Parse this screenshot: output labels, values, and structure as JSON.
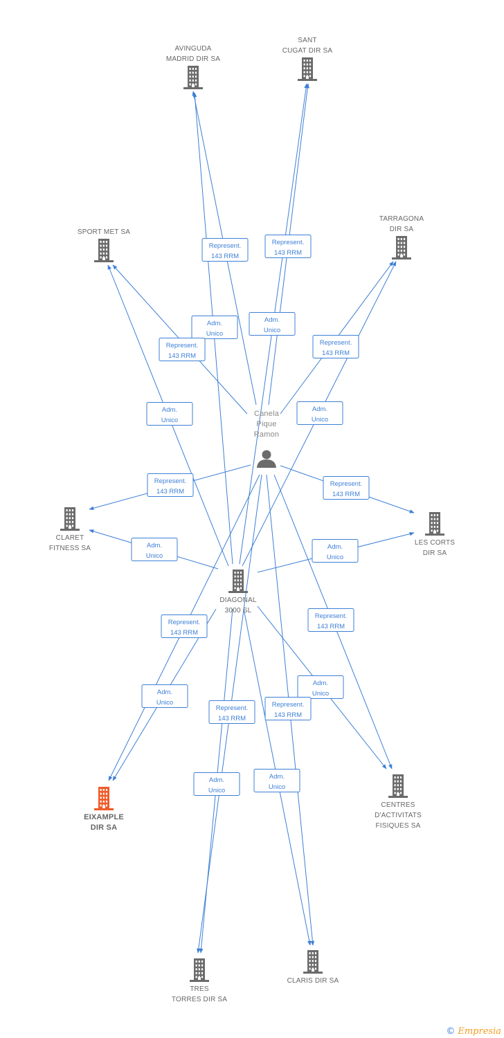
{
  "colors": {
    "edge": "#3d7fd6",
    "building": "#6b6b6b",
    "focus_building": "#f05a28",
    "person": "#6b6b6b"
  },
  "nodes": [
    {
      "id": "avinguda",
      "type": "company",
      "label": [
        "AVINGUDA",
        "MADRID DIR SA"
      ]
    },
    {
      "id": "sant",
      "type": "company",
      "label": [
        "SANT",
        "CUGAT DIR SA"
      ]
    },
    {
      "id": "sport",
      "type": "company",
      "label": [
        "SPORT MET SA"
      ]
    },
    {
      "id": "tarragona",
      "type": "company",
      "label": [
        "TARRAGONA",
        "DIR SA"
      ]
    },
    {
      "id": "person",
      "type": "person",
      "label": [
        "Canela",
        "Pique",
        "Ramon"
      ]
    },
    {
      "id": "claret",
      "type": "company",
      "label": [
        "CLARET",
        "FITNESS SA"
      ]
    },
    {
      "id": "lescorts",
      "type": "company",
      "label": [
        "LES CORTS",
        "DIR SA"
      ]
    },
    {
      "id": "diagonal",
      "type": "company",
      "label": [
        "DIAGONAL",
        "3000  SL"
      ]
    },
    {
      "id": "eixample",
      "type": "company",
      "focus": true,
      "label": [
        "EIXAMPLE",
        "DIR SA"
      ]
    },
    {
      "id": "centres",
      "type": "company",
      "label": [
        "CENTRES",
        "D'ACTIVITATS",
        "FISIQUES SA"
      ]
    },
    {
      "id": "tres",
      "type": "company",
      "label": [
        "TRES",
        "TORRES DIR SA"
      ]
    },
    {
      "id": "claris",
      "type": "company",
      "label": [
        "CLARIS DIR SA"
      ]
    }
  ],
  "edges": [
    {
      "from": "person",
      "to": "avinguda",
      "label": [
        "Represent.",
        "143 RRM"
      ]
    },
    {
      "from": "diagonal",
      "to": "avinguda",
      "label": [
        "Adm.",
        "Unico"
      ]
    },
    {
      "from": "diagonal",
      "to": "sant",
      "label": [
        "Represent.",
        "143 RRM"
      ]
    },
    {
      "from": "person",
      "to": "sant",
      "label": [
        "Adm.",
        "Unico"
      ]
    },
    {
      "from": "person",
      "to": "sport",
      "label": [
        "Represent.",
        "143 RRM"
      ]
    },
    {
      "from": "diagonal",
      "to": "sport",
      "label": [
        "Adm.",
        "Unico"
      ]
    },
    {
      "from": "person",
      "to": "tarragona",
      "label": [
        "Represent.",
        "143 RRM"
      ]
    },
    {
      "from": "diagonal",
      "to": "tarragona",
      "label": [
        "Adm.",
        "Unico"
      ]
    },
    {
      "from": "person",
      "to": "claret",
      "label": [
        "Represent.",
        "143 RRM"
      ]
    },
    {
      "from": "diagonal",
      "to": "claret",
      "label": [
        "Adm.",
        "Unico"
      ]
    },
    {
      "from": "person",
      "to": "lescorts",
      "label": [
        "Represent.",
        "143 RRM"
      ]
    },
    {
      "from": "diagonal",
      "to": "lescorts",
      "label": [
        "Adm.",
        "Unico"
      ]
    },
    {
      "from": "diagonal",
      "to": "eixample",
      "label": [
        "Represent.",
        "143 RRM"
      ]
    },
    {
      "from": "person",
      "to": "eixample",
      "label": [
        "Adm.",
        "Unico"
      ]
    },
    {
      "from": "person",
      "to": "centres",
      "label": [
        "Represent.",
        "143 RRM"
      ]
    },
    {
      "from": "diagonal",
      "to": "centres",
      "label": [
        "Adm.",
        "Unico"
      ]
    },
    {
      "from": "person",
      "to": "tres",
      "label": [
        "Represent.",
        "143 RRM"
      ]
    },
    {
      "from": "diagonal",
      "to": "tres",
      "label": [
        "Adm.",
        "Unico"
      ]
    },
    {
      "from": "person",
      "to": "claris",
      "label": [
        "Represent.",
        "143 RRM"
      ]
    },
    {
      "from": "diagonal",
      "to": "claris",
      "label": [
        "Adm.",
        "Unico"
      ]
    }
  ],
  "footer": {
    "copyright": "©",
    "brand": "Empresia"
  }
}
